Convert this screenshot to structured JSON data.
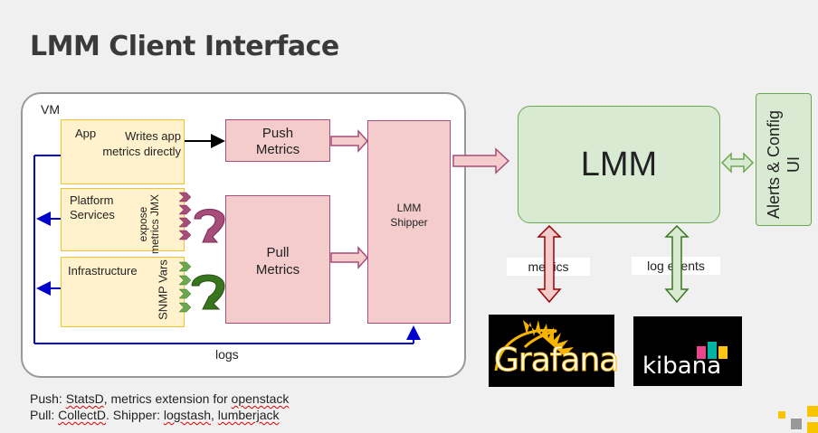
{
  "slide": {
    "title": "LMM Client Interface"
  },
  "vm": {
    "label": "VM",
    "app": {
      "label": "App",
      "desc": "Writes app metrics directly"
    },
    "platform": {
      "label": "Platform Services",
      "rotated": "expose metrics JMX"
    },
    "infrastructure": {
      "label": "Infrastructure",
      "rotated": "SNMP Vars"
    },
    "push_metrics": "Push Metrics",
    "pull_metrics": "Pull Metrics",
    "shipper": "LMM Shipper",
    "logs_label": "logs"
  },
  "lmm": {
    "label": "LMM"
  },
  "alerts": {
    "label": "Alerts & Config UI"
  },
  "metrics_label": "metrics",
  "log_events_label": "log events",
  "logos": {
    "grafana": "Grafana",
    "kibana": "kibana"
  },
  "footer": {
    "push": {
      "prefix": "Push: ",
      "statsd": "StatsD",
      "middle": ", metrics extension for ",
      "openstack": "openstack"
    },
    "pull": {
      "prefix": "Pull: ",
      "collectd": "CollectD",
      "middle": ". Shipper: ",
      "logstash": "logstash",
      "sep": ",  ",
      "lumberjack": "lumberjack"
    }
  },
  "colors": {
    "pink_fill": "#f4cccc",
    "pink_border": "#a64d79",
    "yellow_fill": "#fff2cc",
    "yellow_border": "#f1c232",
    "green_fill": "#d9ead3",
    "green_border": "#6aa84f",
    "blue_arrow": "#0000cc",
    "dark_red": "#990000",
    "dark_green": "#38761d"
  }
}
